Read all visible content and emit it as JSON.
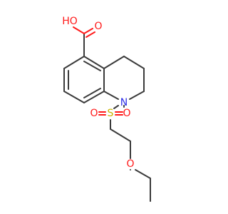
{
  "molecule": {
    "atoms": {
      "oh": {
        "label": "HO",
        "color": "#ff1a1a"
      },
      "carbonyl_o": {
        "label": "O",
        "color": "#ff1a1a"
      },
      "n": {
        "label": "N",
        "color": "#2e2ee6"
      },
      "s": {
        "label": "S",
        "color": "#c8b400"
      },
      "so_left": {
        "label": "O",
        "color": "#ff1a1a"
      },
      "so_right": {
        "label": "O",
        "color": "#ff1a1a"
      },
      "ether_o": {
        "label": "O",
        "color": "#ff1a1a"
      }
    },
    "bond_color": "#3a3a3a"
  }
}
